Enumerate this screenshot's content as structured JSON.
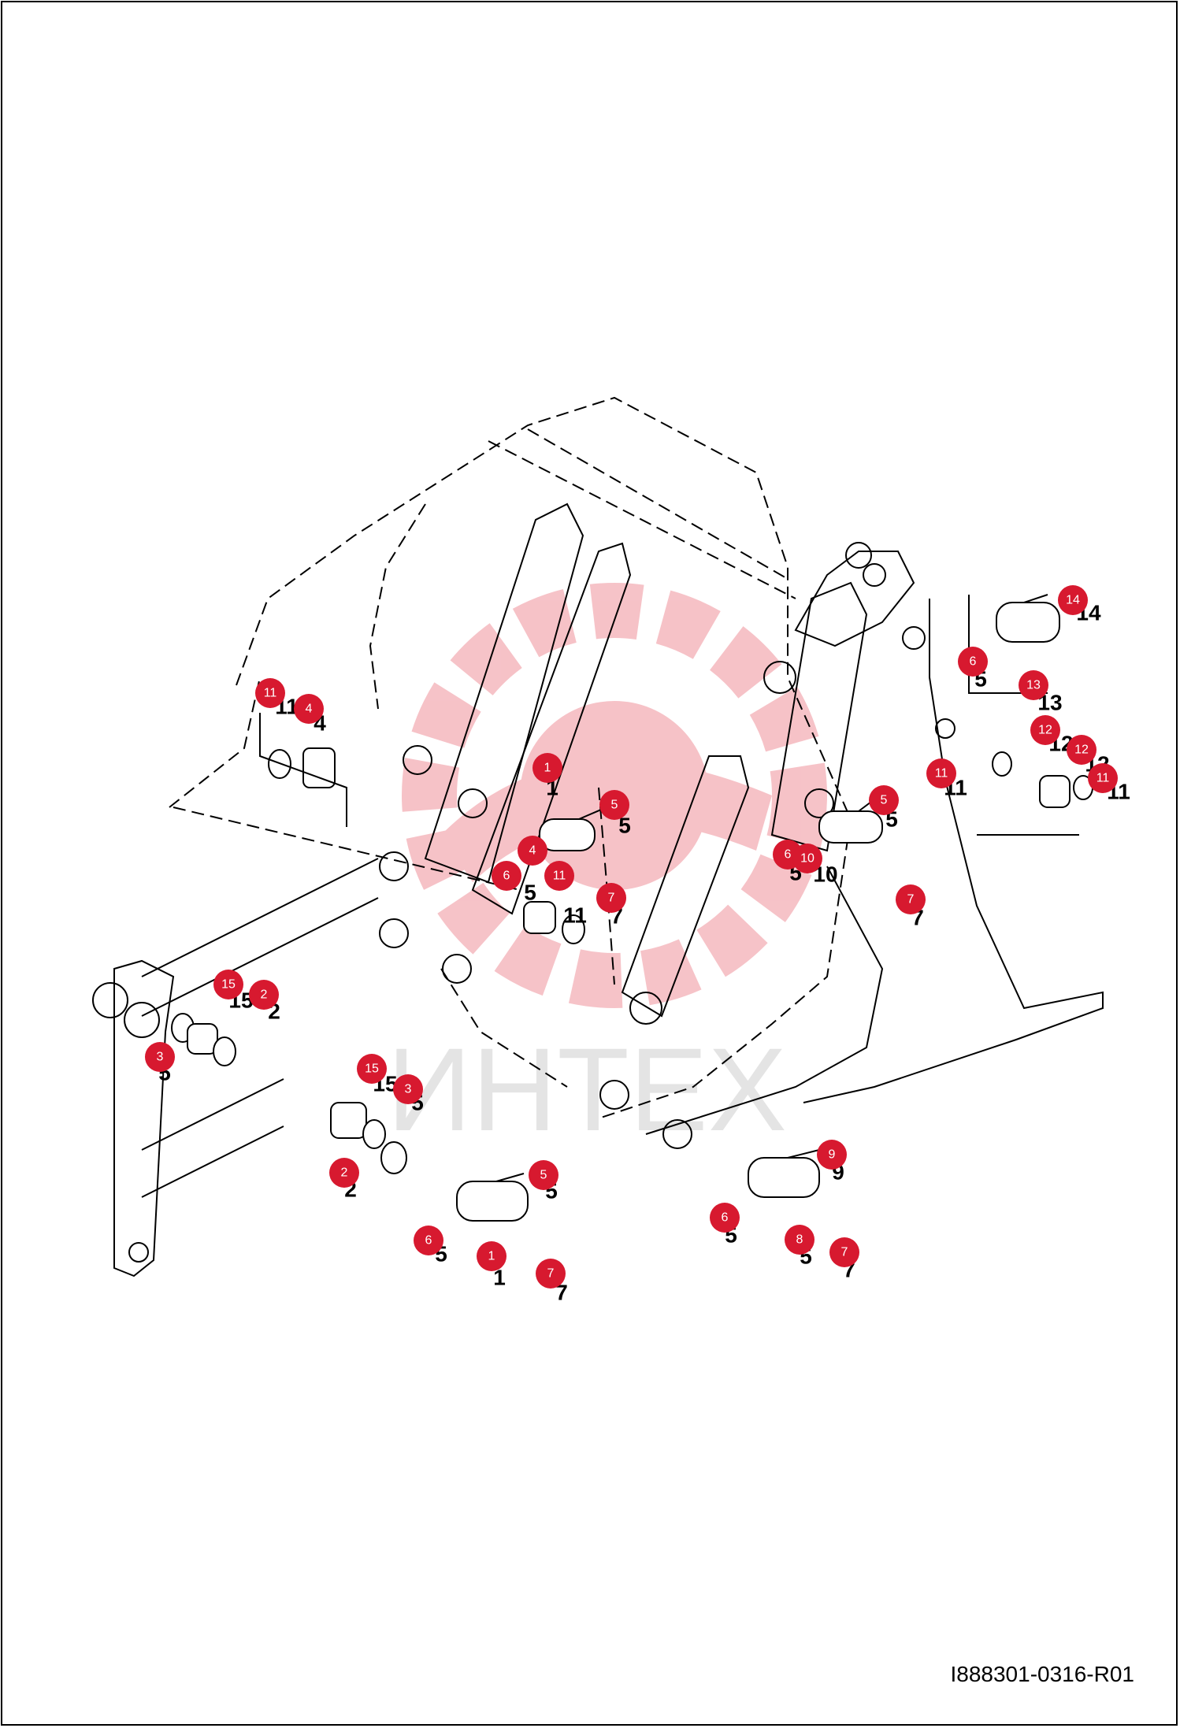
{
  "drawing_number": "I888301-0316-R01",
  "watermark": {
    "text": "ИНТЕХ",
    "color": "#e0283a"
  },
  "callout_color": "#d7192f",
  "callouts": [
    {
      "label": "11"
    },
    {
      "label": "4"
    },
    {
      "label": "1"
    },
    {
      "label": "5"
    },
    {
      "label": "4"
    },
    {
      "label": "6"
    },
    {
      "label": "11"
    },
    {
      "label": "7"
    },
    {
      "label": "5"
    },
    {
      "label": "6"
    },
    {
      "label": "10"
    },
    {
      "label": "7"
    },
    {
      "label": "14"
    },
    {
      "label": "6"
    },
    {
      "label": "13"
    },
    {
      "label": "12"
    },
    {
      "label": "11"
    },
    {
      "label": "12"
    },
    {
      "label": "11"
    },
    {
      "label": "15"
    },
    {
      "label": "2"
    },
    {
      "label": "3"
    },
    {
      "label": "15"
    },
    {
      "label": "3"
    },
    {
      "label": "2"
    },
    {
      "label": "5"
    },
    {
      "label": "6"
    },
    {
      "label": "1"
    },
    {
      "label": "7"
    },
    {
      "label": "9"
    },
    {
      "label": "6"
    },
    {
      "label": "8"
    },
    {
      "label": "7"
    }
  ],
  "reference_numbers": [
    {
      "label": "11"
    },
    {
      "label": "4"
    },
    {
      "label": "1"
    },
    {
      "label": "5"
    },
    {
      "label": "5"
    },
    {
      "label": "11"
    },
    {
      "label": "7"
    },
    {
      "label": "5"
    },
    {
      "label": "5"
    },
    {
      "label": "10"
    },
    {
      "label": "7"
    },
    {
      "label": "14"
    },
    {
      "label": "5"
    },
    {
      "label": "13"
    },
    {
      "label": "12"
    },
    {
      "label": "11"
    },
    {
      "label": "12"
    },
    {
      "label": "11"
    },
    {
      "label": "15"
    },
    {
      "label": "2"
    },
    {
      "label": "5"
    },
    {
      "label": "15"
    },
    {
      "label": "5"
    },
    {
      "label": "2"
    },
    {
      "label": "5"
    },
    {
      "label": "5"
    },
    {
      "label": "1"
    },
    {
      "label": "7"
    },
    {
      "label": "9"
    },
    {
      "label": "5"
    },
    {
      "label": "5"
    },
    {
      "label": "7"
    }
  ]
}
